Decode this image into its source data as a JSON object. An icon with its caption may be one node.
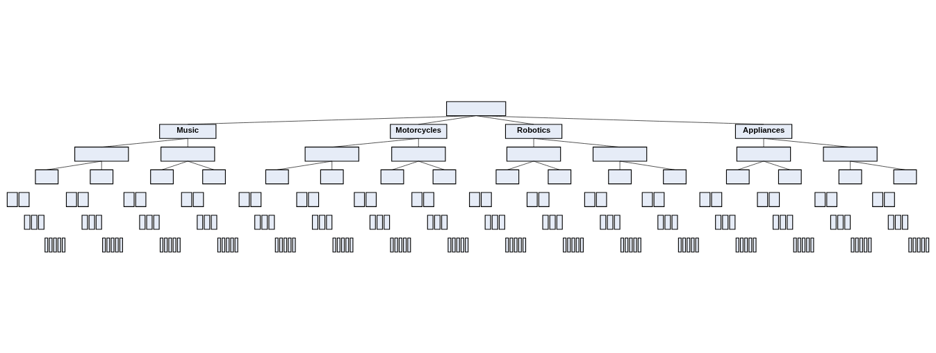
{
  "diagram": {
    "nodes": [
      {
        "text": [],
        "shape": "box"
      },
      {
        "text": [
          "Music"
        ]
      },
      {
        "text": [
          "Motorcycles"
        ]
      },
      {
        "text": [
          "Robotics"
        ]
      },
      {
        "text": [
          "Appliances"
        ]
      },
      {
        "text": [],
        "shape": "box"
      },
      {
        "text": [],
        "shape": "box"
      },
      {
        "text": [],
        "shape": "box"
      },
      {
        "text": [],
        "shape": "box"
      },
      {
        "text": [],
        "shape": "box"
      },
      {
        "text": [],
        "shape": "box"
      },
      {
        "text": [],
        "shape": "box"
      },
      {
        "text": [],
        "shape": "box"
      },
      {
        "text": [],
        "shape": "box"
      },
      {
        "text": [],
        "shape": "box"
      },
      {
        "text": [],
        "shape": "box"
      },
      {
        "text": [],
        "shape": "box"
      },
      {
        "text": [],
        "shape": "box"
      },
      {
        "text": [],
        "shape": "box"
      },
      {
        "text": [],
        "shape": "box"
      },
      {
        "text": [],
        "shape": "box"
      },
      {
        "text": [],
        "shape": "box"
      },
      {
        "text": [],
        "shape": "box"
      },
      {
        "text": [],
        "shape": "box"
      },
      {
        "text": [],
        "shape": "box"
      },
      {
        "text": [],
        "shape": "box"
      },
      {
        "text": [],
        "shape": "box"
      },
      {
        "text": [],
        "shape": "box"
      },
      {
        "text": [],
        "shape": "box"
      },
      {
        "text": [],
        "shape": "box"
      },
      {
        "text": [],
        "shape": "box"
      },
      {
        "text": [],
        "shape": "box"
      },
      {
        "text": [],
        "shape": "box"
      },
      {
        "text": [],
        "shape": "box"
      },
      {
        "text": [],
        "shape": "box"
      },
      {
        "text": [],
        "shape": "box"
      },
      {
        "text": [],
        "shape": "box"
      },
      {
        "text": [],
        "shape": "box"
      },
      {
        "text": [],
        "shape": "box"
      },
      {
        "text": [],
        "shape": "box"
      },
      {
        "text": [],
        "shape": "box"
      },
      {
        "text": [],
        "shape": "box"
      },
      {
        "text": [],
        "shape": "box"
      },
      {
        "text": [],
        "shape": "box"
      },
      {
        "text": [],
        "shape": "box"
      },
      {
        "text": [],
        "shape": "box"
      },
      {
        "text": [],
        "shape": "box"
      },
      {
        "text": [],
        "shape": "box"
      },
      {
        "text": [],
        "shape": "box"
      },
      {
        "text": [],
        "shape": "box"
      },
      {
        "text": [],
        "shape": "box"
      },
      {
        "text": [],
        "shape": "box"
      },
      {
        "text": [],
        "shape": "box"
      },
      {
        "text": [],
        "shape": "box"
      },
      {
        "text": [],
        "shape": "box"
      },
      {
        "text": [],
        "shape": "box"
      },
      {
        "text": [],
        "shape": "box"
      },
      {
        "text": [],
        "shape": "box"
      },
      {
        "text": [],
        "shape": "box"
      },
      {
        "text": [],
        "shape": "box"
      },
      {
        "text": [],
        "shape": "box"
      },
      {
        "text": [],
        "shape": "box"
      },
      {
        "text": [],
        "shape": "box"
      },
      {
        "text": [],
        "shape": "box"
      },
      {
        "text": [],
        "shape": "box"
      },
      {
        "text": [],
        "shape": "box"
      },
      {
        "text": [],
        "shape": "box"
      },
      {
        "text": [],
        "shape": "box"
      },
      {
        "text": [],
        "shape": "box"
      },
      {
        "text": [],
        "shape": "box"
      },
      {
        "text": [],
        "shape": "box"
      },
      {
        "text": [],
        "shape": "box"
      },
      {
        "text": [],
        "shape": "box"
      },
      {
        "text": [],
        "shape": "box"
      },
      {
        "text": [],
        "shape": "box"
      },
      {
        "text": [],
        "shape": "box"
      },
      {
        "text": [],
        "shape": "box"
      },
      {
        "text": [],
        "shape": "box"
      },
      {
        "text": [],
        "shape": "box"
      },
      {
        "text": [],
        "shape": "box"
      },
      {
        "text": [],
        "shape": "box"
      },
      {
        "text": [],
        "shape": "box"
      },
      {
        "text": [],
        "shape": "box"
      },
      {
        "text": [],
        "shape": "box"
      },
      {
        "text": [],
        "shape": "box"
      },
      {
        "text": [],
        "shape": "box"
      },
      {
        "text": [],
        "shape": "box"
      },
      {
        "text": [],
        "shape": "box"
      },
      {
        "text": [],
        "shape": "box"
      },
      {
        "text": [],
        "shape": "box"
      },
      {
        "text": [],
        "shape": "box"
      },
      {
        "text": [],
        "shape": "box"
      },
      {
        "text": [],
        "shape": "box"
      },
      {
        "text": [],
        "shape": "box"
      },
      {
        "text": [],
        "shape": "box"
      },
      {
        "text": [],
        "shape": "box"
      },
      {
        "text": [],
        "shape": "box"
      },
      {
        "text": [],
        "shape": "box"
      },
      {
        "text": [],
        "shape": "box"
      },
      {
        "text": [],
        "shape": "box"
      },
      {
        "text": [],
        "shape": "box"
      },
      {
        "text": [],
        "shape": "box"
      },
      {
        "text": [],
        "shape": "box"
      },
      {
        "text": [],
        "shape": "box"
      },
      {
        "text": [],
        "shape": "box"
      },
      {
        "text": [],
        "shape": "box"
      },
      {
        "text": [],
        "shape": "box"
      },
      {
        "text": [],
        "shape": "box"
      },
      {
        "text": [],
        "shape": "box"
      },
      {
        "text": [],
        "shape": "box"
      },
      {
        "text": [],
        "shape": "box"
      },
      {
        "text": [],
        "shape": "box"
      },
      {
        "text": [],
        "shape": "box"
      },
      {
        "text": [],
        "shape": "box"
      },
      {
        "text": [],
        "shape": "box"
      },
      {
        "text": [],
        "shape": "box"
      },
      {
        "text": [],
        "shape": "box"
      },
      {
        "text": [],
        "shape": "box"
      },
      {
        "text": [],
        "shape": "box"
      },
      {
        "text": [],
        "shape": "box"
      },
      {
        "text": [],
        "shape": "box"
      },
      {
        "text": [],
        "shape": "box"
      },
      {
        "text": [],
        "shape": "box"
      },
      {
        "text": [],
        "shape": "box"
      },
      {
        "text": [],
        "shape": "box"
      },
      {
        "text": [],
        "shape": "box"
      },
      {
        "text": [],
        "shape": "box"
      },
      {
        "text": [],
        "shape": "box"
      },
      {
        "text": [],
        "shape": "box"
      },
      {
        "text": [],
        "shape": "box"
      },
      {
        "text": [],
        "shape": "box"
      },
      {
        "text": [],
        "shape": "box"
      },
      {
        "text": [],
        "shape": "box"
      },
      {
        "text": [],
        "shape": "box"
      },
      {
        "text": [],
        "shape": "box"
      },
      {
        "text": [],
        "shape": "box"
      },
      {
        "text": [],
        "shape": "box"
      },
      {
        "text": [],
        "shape": "box"
      },
      {
        "text": [],
        "shape": "box"
      },
      {
        "text": [],
        "shape": "box"
      },
      {
        "text": [],
        "shape": "box"
      },
      {
        "text": [],
        "shape": "box"
      },
      {
        "text": [],
        "shape": "box"
      },
      {
        "text": [],
        "shape": "box"
      },
      {
        "text": [],
        "shape": "box"
      },
      {
        "text": [],
        "shape": "box"
      },
      {
        "text": [],
        "shape": "box"
      },
      {
        "text": [],
        "shape": "box"
      },
      {
        "text": [],
        "shape": "box"
      },
      {
        "text": [],
        "shape": "box"
      },
      {
        "text": [],
        "shape": "box"
      },
      {
        "text": [],
        "shape": "box"
      },
      {
        "text": [],
        "shape": "box"
      },
      {
        "text": [],
        "shape": "box"
      },
      {
        "text": [],
        "shape": "box"
      },
      {
        "text": [],
        "shape": "box"
      },
      {
        "text": [],
        "shape": "box"
      },
      {
        "text": [],
        "shape": "box"
      },
      {
        "text": [],
        "shape": "box"
      },
      {
        "text": [],
        "shape": "box"
      },
      {
        "text": [],
        "shape": "box"
      },
      {
        "text": [],
        "shape": "box"
      },
      {
        "text": [],
        "shape": "box"
      },
      {
        "text": [],
        "shape": "box"
      },
      {
        "text": [],
        "shape": "box"
      },
      {
        "text": [],
        "shape": "box"
      },
      {
        "text": [],
        "shape": "box"
      },
      {
        "text": [],
        "shape": "box"
      },
      {
        "text": [],
        "shape": "box"
      },
      {
        "text": [],
        "shape": "box"
      },
      {
        "text": [],
        "shape": "box"
      },
      {
        "text": [],
        "shape": "box"
      },
      {
        "text": [],
        "shape": "box"
      },
      {
        "text": [],
        "shape": "box"
      },
      {
        "text": [],
        "shape": "box"
      },
      {
        "text": [],
        "shape": "box"
      },
      {
        "text": [],
        "shape": "box"
      },
      {
        "text": [],
        "shape": "box"
      },
      {
        "text": [],
        "shape": "box"
      },
      {
        "text": [],
        "shape": "box"
      },
      {
        "text": [],
        "shape": "box"
      },
      {
        "text": [],
        "shape": "box"
      },
      {
        "text": [],
        "shape": "box"
      },
      {
        "text": [],
        "shape": "box"
      },
      {
        "text": [],
        "shape": "box"
      },
      {
        "text": [],
        "shape": "box"
      },
      {
        "text": [],
        "shape": "box"
      },
      {
        "text": [],
        "shape": "box"
      },
      {
        "text": [],
        "shape": "box"
      }
    ],
    "edges": [
      {
        "from": 0,
        "to": 1,
        "arrow": "none"
      },
      {
        "from": 0,
        "to": 2,
        "arrow": "none"
      },
      {
        "from": 0,
        "to": 3,
        "arrow": "none"
      },
      {
        "from": 0,
        "to": 4,
        "arrow": "none"
      },
      {
        "from": 1,
        "to": 5,
        "arrow": "none"
      },
      {
        "from": 1,
        "to": 6,
        "arrow": "none"
      },
      {
        "from": 2,
        "to": 7,
        "arrow": "none"
      },
      {
        "from": 2,
        "to": 8,
        "arrow": "none"
      },
      {
        "from": 3,
        "to": 9,
        "arrow": "none"
      },
      {
        "from": 3,
        "to": 10,
        "arrow": "none"
      },
      {
        "from": 4,
        "to": 11,
        "arrow": "none"
      },
      {
        "from": 4,
        "to": 12,
        "arrow": "none"
      },
      {
        "from": 5,
        "to": 13,
        "arrow": "none"
      },
      {
        "from": 5,
        "to": 14,
        "arrow": "none"
      },
      {
        "from": 6,
        "to": 15,
        "arrow": "none"
      },
      {
        "from": 6,
        "to": 16,
        "arrow": "none"
      },
      {
        "from": 7,
        "to": 17,
        "arrow": "none"
      },
      {
        "from": 7,
        "to": 18,
        "arrow": "none"
      },
      {
        "from": 8,
        "to": 19,
        "arrow": "none"
      },
      {
        "from": 8,
        "to": 20,
        "arrow": "none"
      },
      {
        "from": 9,
        "to": 21,
        "arrow": "none"
      },
      {
        "from": 9,
        "to": 22,
        "arrow": "none"
      },
      {
        "from": 10,
        "to": 23,
        "arrow": "none"
      },
      {
        "from": 10,
        "to": 24,
        "arrow": "none"
      },
      {
        "from": 11,
        "to": 25,
        "arrow": "none"
      },
      {
        "from": 11,
        "to": 26,
        "arrow": "none"
      },
      {
        "from": 12,
        "to": 27,
        "arrow": "none"
      },
      {
        "from": 12,
        "to": 28,
        "arrow": "none"
      }
    ]
  }
}
